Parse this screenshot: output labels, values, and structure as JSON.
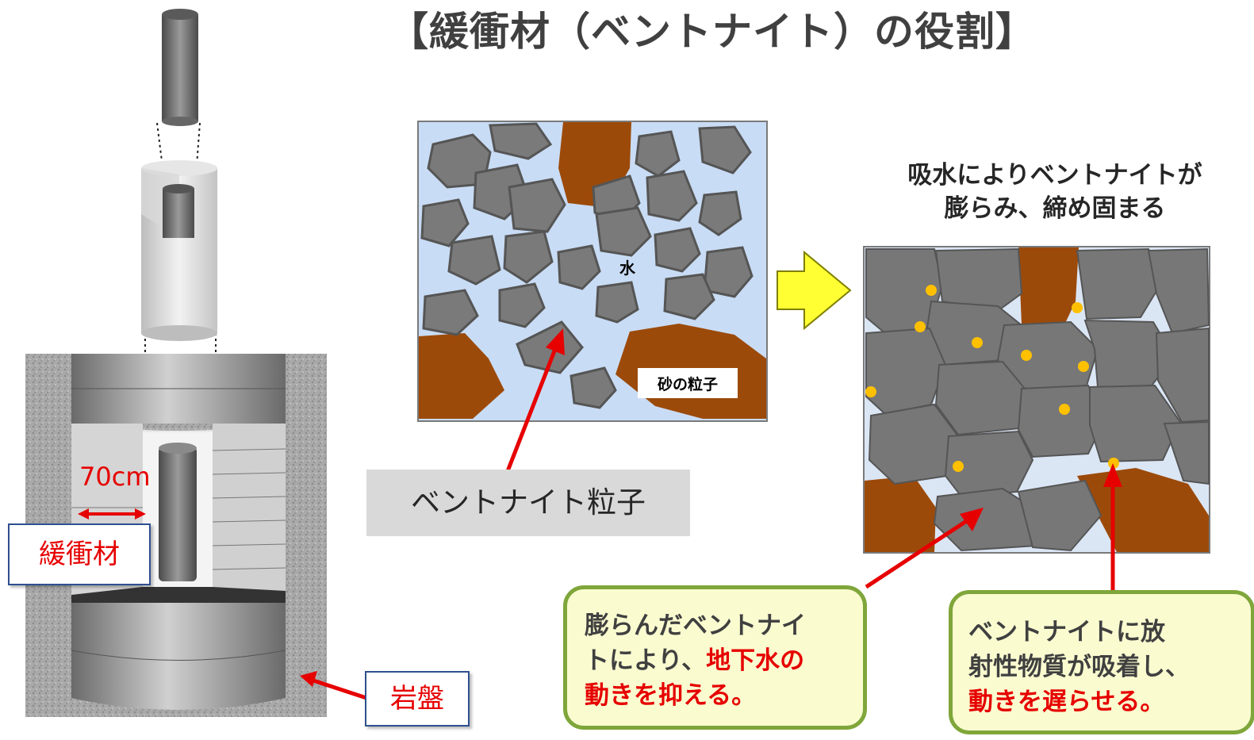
{
  "title": "【緩衝材（ベントナイト）の役割】",
  "left_figure": {
    "dimension_label": "70cm",
    "buffer_label": "緩衝材",
    "bedrock_label": "岩盤"
  },
  "before_panel": {
    "water_label": "水",
    "sand_label": "砂の粒子",
    "bentonite_label": "ベントナイト粒子"
  },
  "after_panel": {
    "caption_line1": "吸水によりベントナイトが",
    "caption_line2": "膨らみ、締め固まる"
  },
  "callouts": {
    "left": {
      "line1": "膨らんだベントナイ",
      "line2_prefix": "トにより、",
      "line2_highlight": "地下水の",
      "line3_highlight": "動きを抑える。"
    },
    "right": {
      "line1": "ベントナイトに放",
      "line2": "射性物質が吸着し、",
      "line3_highlight": "動きを遅らせる。"
    }
  },
  "colors": {
    "accent_red": "#e60000",
    "water_blue": "#c9dcf5",
    "particle_gray": "#7a7a7a",
    "sand_brown": "#9c4a0a",
    "arrow_yellow": "#ffff33",
    "dot_orange": "#ffc000",
    "callout_border_green": "#7fa63a",
    "callout_fill": "#fafcd0"
  }
}
